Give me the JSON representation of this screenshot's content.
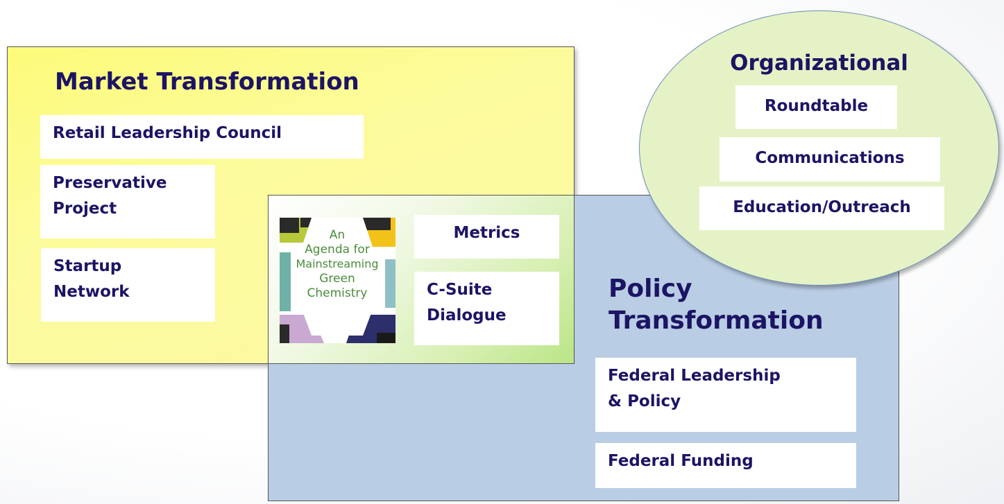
{
  "market": {
    "title": "Market Transformation",
    "items": [
      "Retail Leadership Council",
      [
        "Preservative",
        "Project"
      ],
      [
        "Startup",
        "Network"
      ]
    ]
  },
  "policy": {
    "title_lines": [
      "Policy",
      "Transformation"
    ],
    "items": [
      [
        "Federal Leadership",
        "& Policy"
      ],
      "Federal Funding"
    ]
  },
  "overlap": {
    "cover_lines": [
      "An",
      "Agenda for",
      "Mainstreaming",
      "Green",
      "Chemistry"
    ],
    "items": [
      "Metrics",
      [
        "C-Suite",
        "Dialogue"
      ]
    ]
  },
  "organizational": {
    "title": "Organizational",
    "items": [
      "Roundtable",
      "Communications",
      "Education/Outreach"
    ]
  }
}
